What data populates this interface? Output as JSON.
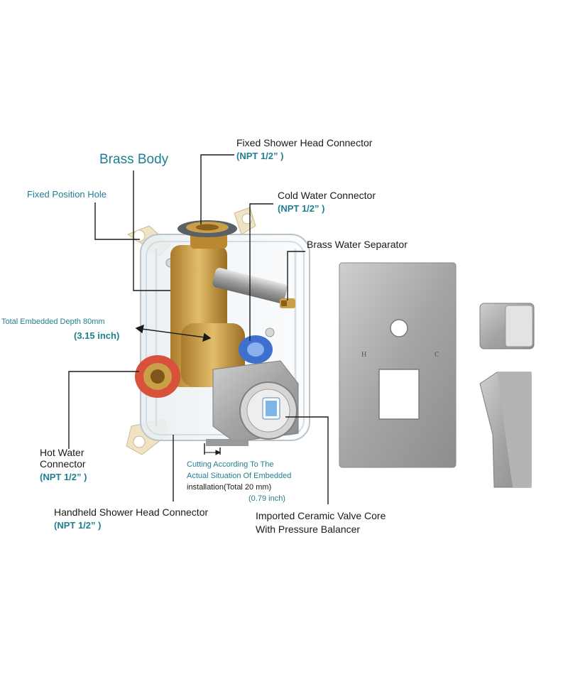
{
  "labels": {
    "fixed_shower_head": {
      "title": "Fixed Shower Head Connector",
      "spec": "(NPT 1/2” )"
    },
    "brass_body": "Brass Body",
    "fixed_position_hole": "Fixed Position Hole",
    "cold_water": {
      "title": "Cold Water Connector",
      "spec": "(NPT 1/2” )"
    },
    "brass_water_separator": "Brass Water Separator",
    "embedded_depth": {
      "title": "Total Embedded Depth 80mm",
      "inch": "(3.15 inch)"
    },
    "hot_water": {
      "line1": "Hot Water",
      "line2": "Connector",
      "spec": "(NPT 1/2” )"
    },
    "cutting": {
      "line1": "Cutting According To The",
      "line2": "Actual Situation Of Embedded",
      "line3": "installation(Total 20 mm)",
      "line4": "(0.79 inch)"
    },
    "handheld_shower_head": {
      "title": "Handheld Shower Head Connector",
      "spec": "(NPT 1/2” )"
    },
    "ceramic_valve": {
      "line1": "Imported Ceramic Valve Core",
      "line2": "With Pressure Balancer"
    }
  },
  "trim_plate": {
    "mark_left": "H",
    "mark_right": "C"
  },
  "colors": {
    "accent_teal": "#1f7f92",
    "label_dark": "#1a1a1a",
    "brass": "#c9a048",
    "brushed_nickel": "#a8a8a8",
    "mounting_bracket": "#efe3c3",
    "hot_ring": "#d8513a",
    "cold_ring": "#3f6fcf"
  }
}
